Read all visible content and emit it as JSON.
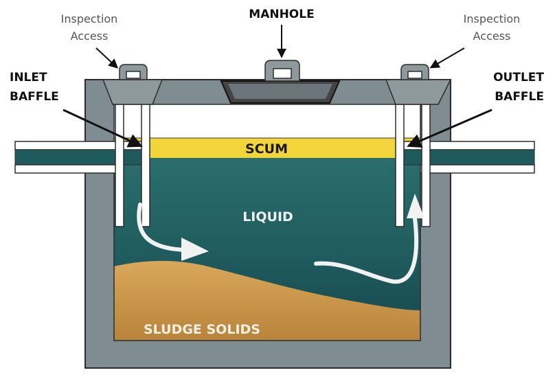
{
  "labels": {
    "inspection_left_line1": "Inspection",
    "inspection_left_line2": "Access",
    "manhole": "MANHOLE",
    "inspection_right_line1": "Inspection",
    "inspection_right_line2": "Access",
    "inlet_line1": "INLET",
    "inlet_line2": "BAFFLE",
    "outlet_line1": "OUTLET",
    "outlet_line2": "BAFFLE",
    "scum": "SCUM",
    "liquid": "LIQUID",
    "sludge": "SLUDGE SOLIDS"
  },
  "colors": {
    "tank_wall": "#7f8c91",
    "tank_outline": "#2b2b2b",
    "liquid": "#1f5a5c",
    "scum": "#f2d43b",
    "sludge": "#c9964a",
    "air_space": "#ffffff",
    "flow_arrow": "#f2f2f2"
  }
}
